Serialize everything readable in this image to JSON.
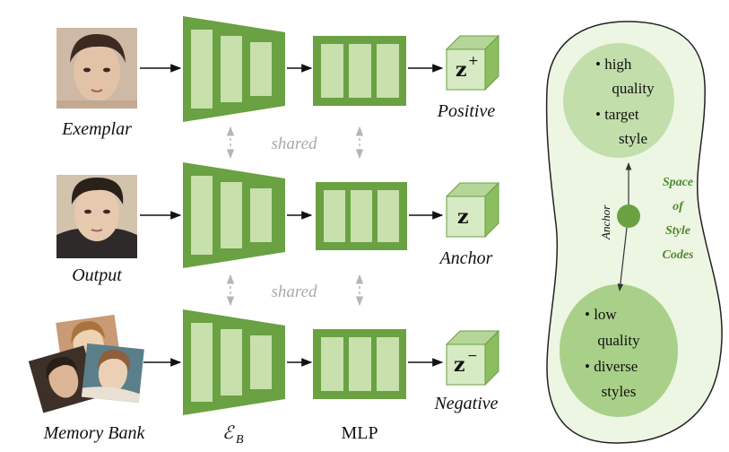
{
  "rows": [
    {
      "input_label": "Exemplar",
      "output_label": "Positive",
      "z_symbol": "z",
      "z_sup": "+"
    },
    {
      "input_label": "Output",
      "output_label": "Anchor",
      "z_symbol": "z",
      "z_sup": ""
    },
    {
      "input_label": "Memory Bank",
      "output_label": "Negative",
      "z_symbol": "z",
      "z_sup": "−"
    }
  ],
  "shared_label": "shared",
  "encoder_label": "ℰ",
  "encoder_sub": "B",
  "mlp_label": "MLP",
  "space": {
    "title_lines": [
      "Space",
      "of",
      "Style",
      "Codes"
    ],
    "anchor_label": "Anchor",
    "top_bullets": [
      [
        "high",
        "quality"
      ],
      [
        "target",
        "style"
      ]
    ],
    "bottom_bullets": [
      [
        "low",
        "quality"
      ],
      [
        "diverse",
        "styles"
      ]
    ]
  },
  "colors": {
    "green_dark": "#6aa142",
    "green_mid": "#8fbd66",
    "green_light": "#c7e0ac",
    "green_pale": "#edf5e3",
    "blob_fill": "#e7f1dc",
    "z_front": "#d6eac3",
    "z_top": "#b6d699",
    "z_side": "#8cbd5f"
  }
}
